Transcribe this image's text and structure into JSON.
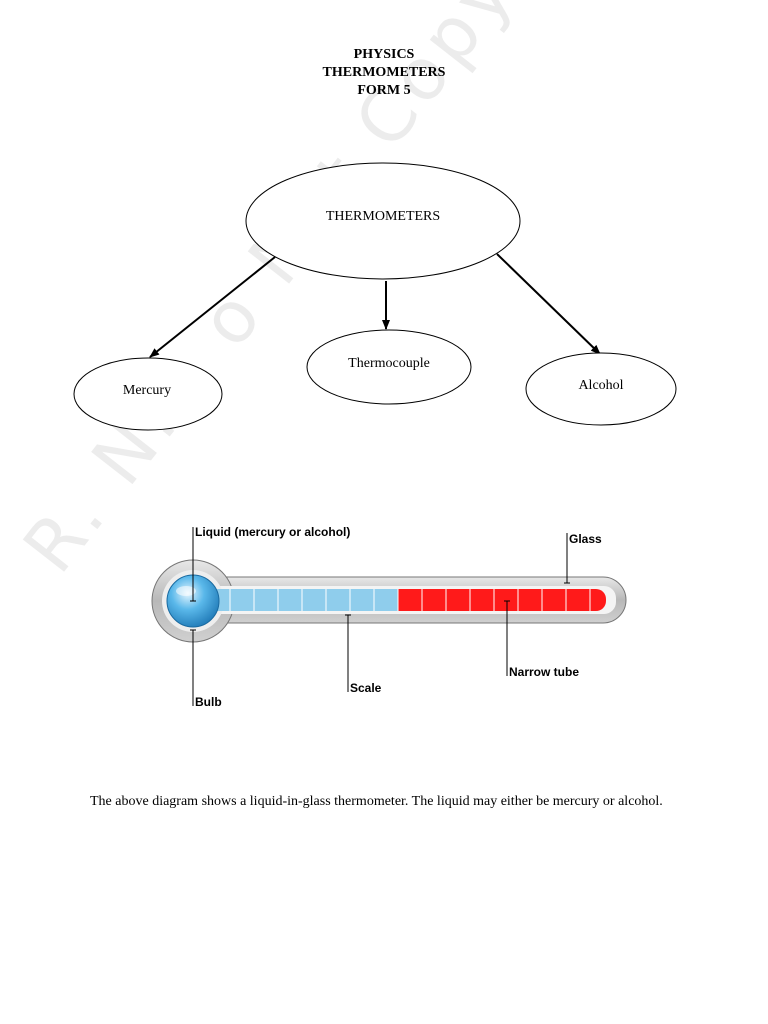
{
  "header": {
    "subject": "PHYSICS",
    "topic": "THERMOMETERS",
    "form": "FORM 5"
  },
  "watermark": "R. N... o Not Copy)",
  "concept_map": {
    "root": "THERMOMETERS",
    "children": [
      "Mercury",
      "Thermocouple",
      "Alcohol"
    ]
  },
  "thermometer_labels": {
    "liquid": "Liquid (mercury or alcohol)",
    "glass": "Glass",
    "bulb": "Bulb",
    "scale": "Scale",
    "narrow_tube": "Narrow tube"
  },
  "caption": "The above diagram shows a liquid-in-glass thermometer. The liquid may either be mercury or alcohol.",
  "colors": {
    "liquid_blue": "#8fcdec",
    "mercury_red": "#ff1a1a",
    "glass_grey": "#c8c8c8"
  }
}
